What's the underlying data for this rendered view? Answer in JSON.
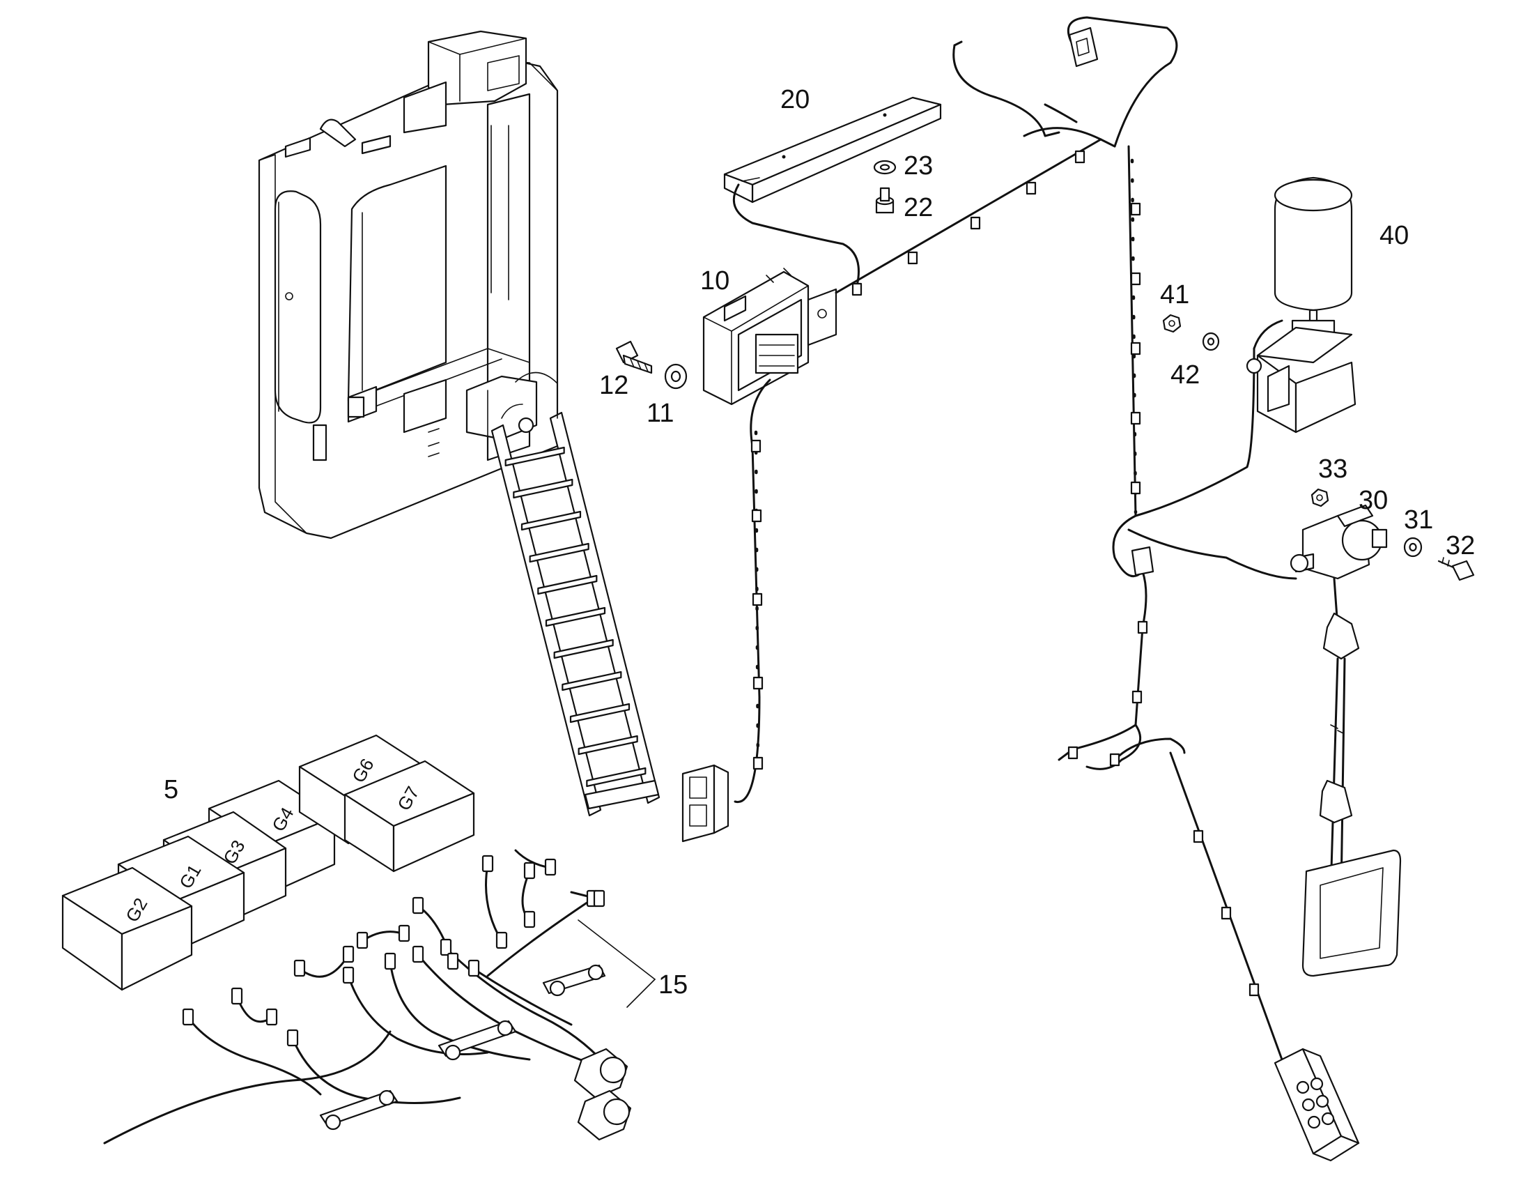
{
  "callouts": {
    "c5": "5",
    "c10": "10",
    "c11": "11",
    "c12": "12",
    "c15": "15",
    "c20": "20",
    "c22": "22",
    "c23": "23",
    "c30": "30",
    "c31": "31",
    "c32": "32",
    "c33": "33",
    "c40": "40",
    "c41": "41",
    "c42": "42"
  },
  "battery_marks": {
    "g1": "G1",
    "g2": "G2",
    "g3": "G3",
    "g4": "G4",
    "g6": "G6",
    "g7": "G7"
  }
}
